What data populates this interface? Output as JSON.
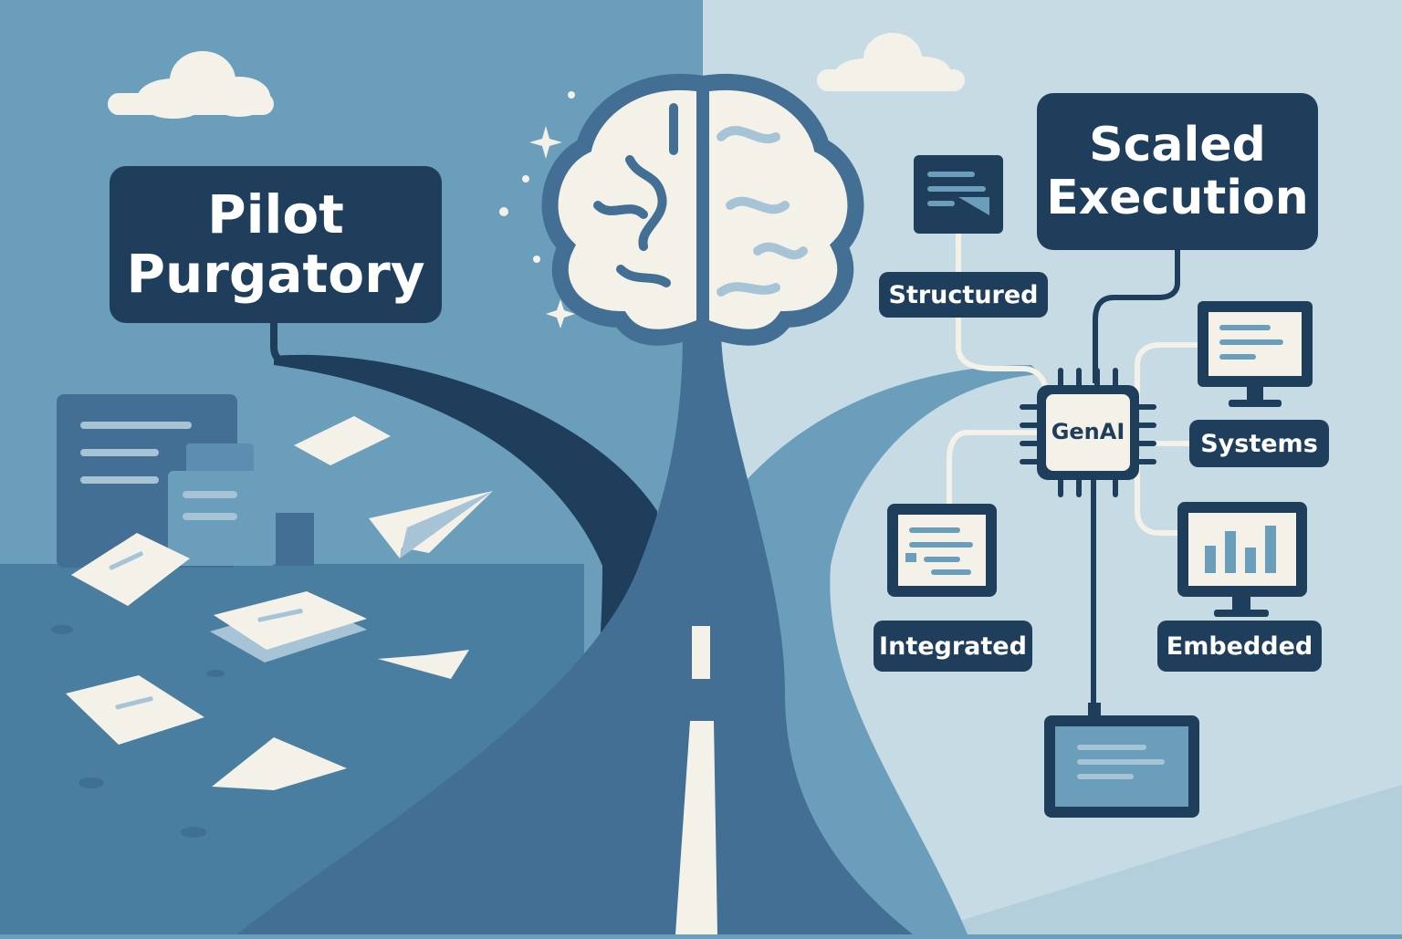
{
  "colors": {
    "dark": "#1f3e5c",
    "left_bg": "#6a9ebb",
    "right_bg": "#c6dbe4",
    "ground_left": "#4a7ea1",
    "road": "#426f93",
    "road_right": "#6a9ebb",
    "cream": "#f4f1e8"
  },
  "left": {
    "title_line1": "Pilot",
    "title_line2": "Purgatory"
  },
  "right": {
    "title_line1": "Scaled",
    "title_line2": "Execution",
    "tags": {
      "structured": "Structured",
      "systems": "Systems",
      "integrated": "Integrated",
      "embedded": "Embedded"
    },
    "chip": "GenAI"
  },
  "icons": [
    "brain-icon",
    "cloud-icon",
    "paper-plane-icon",
    "document-icon",
    "monitor-icon",
    "bar-chart-icon",
    "chip-icon",
    "sparkle-icon"
  ]
}
